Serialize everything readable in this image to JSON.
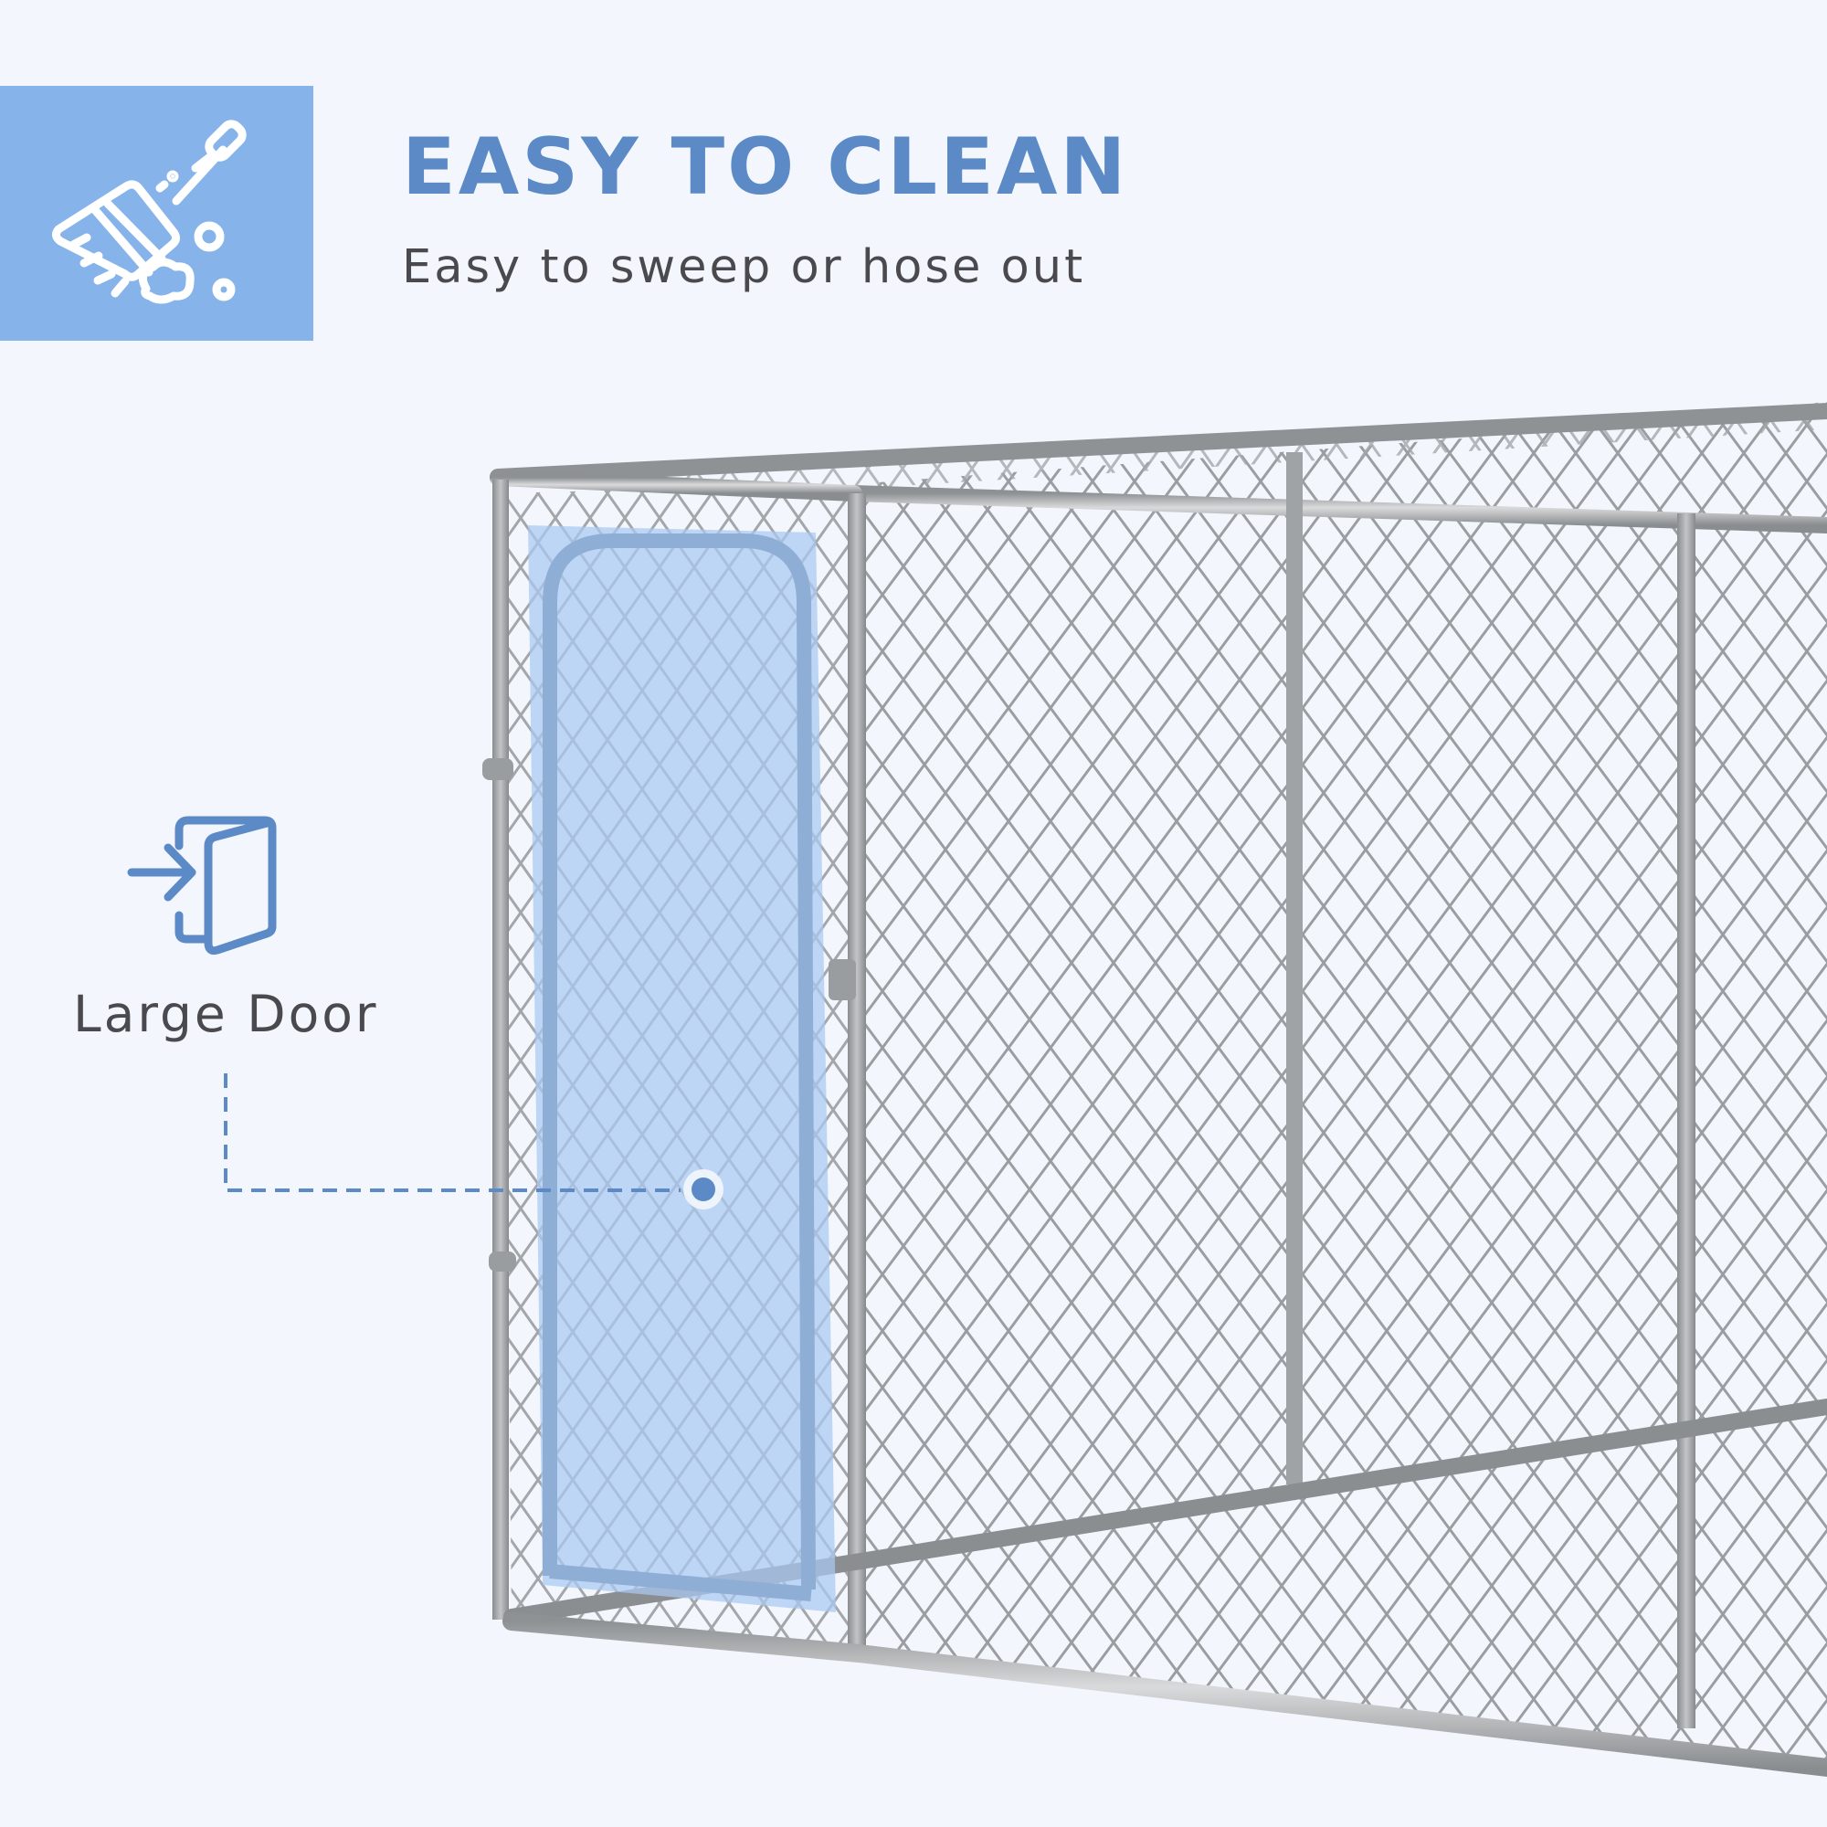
{
  "feature": {
    "icon": "broom-sweeping-icon",
    "title": "EASY TO CLEAN",
    "subtitle": "Easy to sweep or hose out"
  },
  "callout": {
    "icon": "door-enter-icon",
    "label": "Large Door"
  },
  "product_image": {
    "subject": "chain-link-dog-kennel",
    "highlight": "gate-door"
  },
  "colors": {
    "background": "#f3f7fd",
    "badge": "#85b3ea",
    "accent": "#5b8ac6",
    "text": "#4a4a4e",
    "highlight_overlay": "#a9c9f1",
    "frame": "#a3a6a8"
  }
}
